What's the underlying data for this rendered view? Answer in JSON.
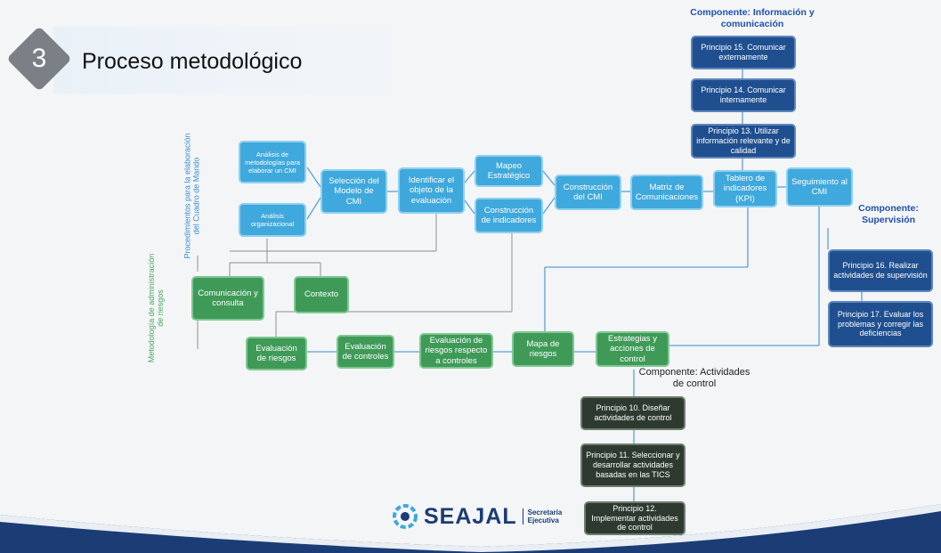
{
  "title": {
    "badge": "3",
    "text": "Proceso metodológico"
  },
  "side_labels": {
    "procedimientos": "Procedimientos para la elaboración del Cuadro de Mando",
    "metodologia": "Metodología de administración de riesgos"
  },
  "components": {
    "informacion": "Componente: Información y comunicación",
    "supervision": "Componente: Supervisión",
    "actividades": "Componente: Actividades de control"
  },
  "nodes": {
    "analisis_metodologias": "Análisis de metodologías para elaborar un CMI",
    "analisis_organizacional": "Análisis organizacional",
    "seleccion_modelo": "Selección del Modelo de CMI",
    "identificar_objeto": "Identificar el objeto de la evaluación",
    "mapeo_estrategico": "Mapeo Estratégico",
    "construccion_indicadores": "Construcción de indicadores",
    "construccion_cmi": "Construcción del CMI",
    "matriz_comunicaciones": "Matriz de Comunicaciones",
    "tablero_indicadores": "Tablero de indicadores (KPI)",
    "seguimiento_cmi": "Seguimiento al CMI",
    "principio_15": "Principio 15. Comunicar externamente",
    "principio_14": "Principio 14. Comunicar internamente",
    "principio_13": "Principio 13. Utilizar información relevante y de calidad",
    "principio_16": "Principio 16. Realizar actividades de supervisión",
    "principio_17_evaluar": "Principio 17. Evaluar los problemas y corregir las deficiencias",
    "comunicacion_consulta": "Comunicación y consulta",
    "contexto": "Contexto",
    "evaluacion_riesgos": "Evaluación de riesgos",
    "evaluacion_controles": "Evaluación de controles",
    "evaluacion_riesgos_controles": "Evaluación de riesgos respecto a controles",
    "mapa_riesgos": "Mapa de riesgos",
    "estrategias_acciones": "Estrategias y acciones de control",
    "principio_10": "Principio 10. Diseñar actividades de control",
    "principio_11": "Principio 11. Seleccionar y desarrollar actividades basadas en las TICS",
    "principio_12": "Principio 12. Implementar actividades de control"
  },
  "logo": {
    "name": "SEAJAL",
    "sub_line1": "Secretaría",
    "sub_line2": "Ejecutiva"
  },
  "colors": {
    "light_blue": "#3fa8dc",
    "dark_blue": "#1f4f8f",
    "green": "#3f9a58",
    "dark": "#2e3a30",
    "component_label": "#1f4fb0"
  }
}
